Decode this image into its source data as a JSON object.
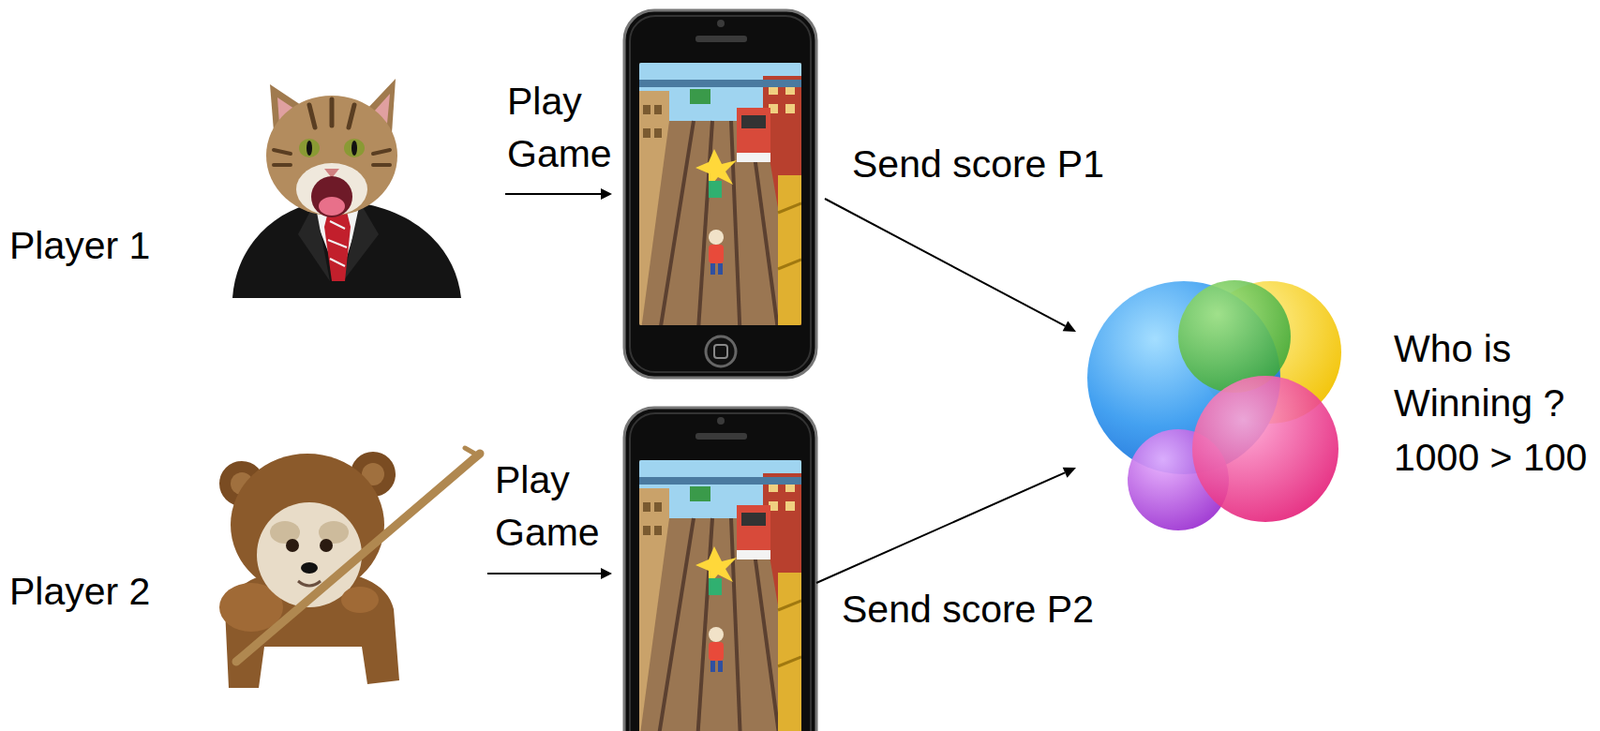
{
  "diagram": {
    "nodes": [
      {
        "text": [
          "Player 1"
        ]
      },
      {
        "text": [
          "Who is Winning ? 1000 > 100"
        ]
      },
      {
        "text": [
          "Player 2"
        ]
      }
    ],
    "labels": [
      "Play Game",
      "Send score P1",
      "Play Game",
      "Send score P2"
    ]
  }
}
